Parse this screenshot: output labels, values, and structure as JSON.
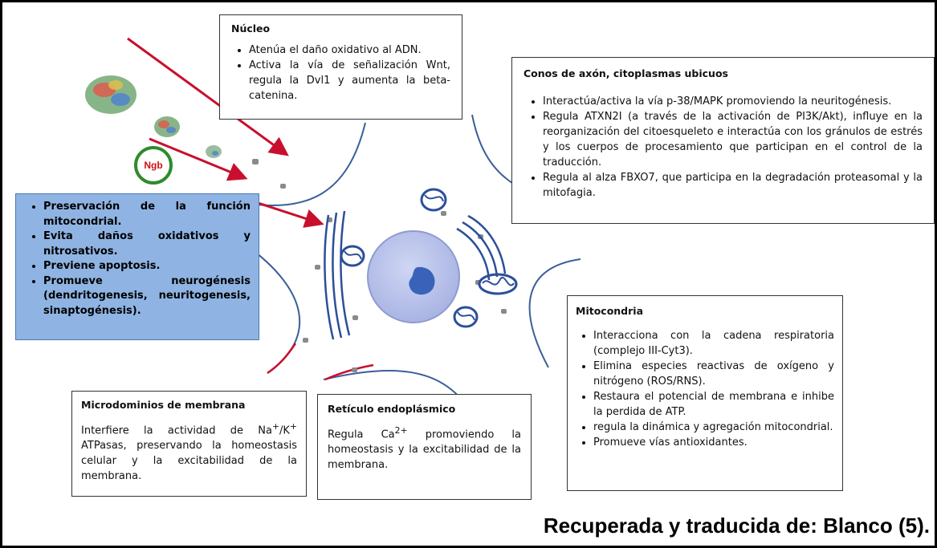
{
  "ngb_label": "Ngb",
  "nucleo": {
    "title": "Núcleo",
    "items": [
      "Atenúa el daño oxidativo al ADN.",
      "Activa la vía de señalización Wnt, regula la Dvl1 y aumenta la beta-catenina."
    ]
  },
  "axon": {
    "title": "Conos de axón, citoplasmas ubicuos",
    "items": [
      "Interactúa/activa la vía p-38/MAPK promoviendo la neuritogénesis.",
      "Regula ATXN2I (a través de la activación de PI3K/Akt), influye en la reorganización del citoesqueleto e interactúa con los gránulos de estrés y los cuerpos de procesamiento que participan en el control de la traducción.",
      "Regula al alza FBXO7, que participa en la degradación proteasomal y la mitofagia."
    ]
  },
  "blue_box": {
    "items": [
      "Preservación de la función mitocondrial.",
      "Evita daños oxidativos y nitrosativos.",
      "Previene apoptosis.",
      "Promueve neurogénesis (dendritogenesis, neuritogenesis, sinaptogénesis)."
    ]
  },
  "mitocondria": {
    "title": "Mitocondria",
    "items": [
      "Interacciona con la cadena respiratoria (complejo III-Cyt3).",
      "Elimina especies reactivas de oxígeno y nitrógeno (ROS/RNS).",
      "Restaura el potencial de membrana e inhibe la perdida de ATP.",
      "regula la dinámica y agregación mitocondrial.",
      "Promueve vías antioxidantes."
    ]
  },
  "membrana": {
    "title": "Microdominios de membrana",
    "text_1": "Interfiere la actividad de Na",
    "sup_1": "+",
    "text_2": "/K",
    "sup_2": "+",
    "text_3": " ATPasas, preservando la homeostasis celular y la excitabilidad de la membrana."
  },
  "reticulo": {
    "title": "Retículo endoplásmico",
    "text_1": "Regula Ca",
    "sup": "2+",
    "text_2": " promoviendo la homeostasis y la excitabilidad de la membrana."
  },
  "caption": "Recuperada y traducida de: Blanco (5).",
  "colors": {
    "arrow": "#c8102e",
    "cell_stroke": "#3a5f9a",
    "nucleus_fill": "#b9c3ea",
    "nucleolus": "#3a62b8",
    "blue_box": "#8fb4e3",
    "ngb_ring": "#2e8b2e",
    "ngb_text": "#d01010"
  }
}
